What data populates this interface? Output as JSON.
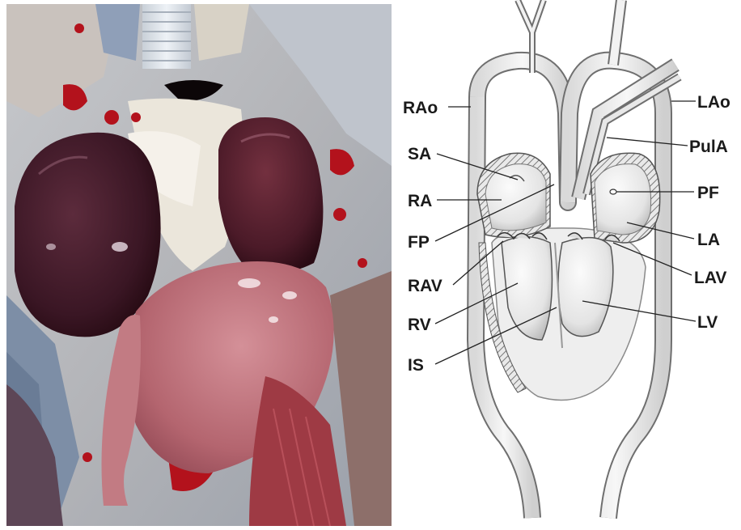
{
  "labels": {
    "rao": "RAo",
    "sa": "SA",
    "ra": "RA",
    "fp": "FP",
    "rav": "RAV",
    "rv": "RV",
    "is": "IS",
    "lao": "LAo",
    "pula": "PulA",
    "pf": "PF",
    "la": "LA",
    "lav": "LAV",
    "lv": "LV"
  },
  "colors": {
    "background": "#ffffff",
    "vessel_fill": "#f1f1f1",
    "vessel_outline": "#6f6f6f",
    "ventricle_fill": "#e6e6e6",
    "label_text": "#1a1a1a",
    "tissue_dark": "#4a1f2c",
    "tissue_liver": "#b86a72",
    "blood_red": "#b3121c"
  }
}
